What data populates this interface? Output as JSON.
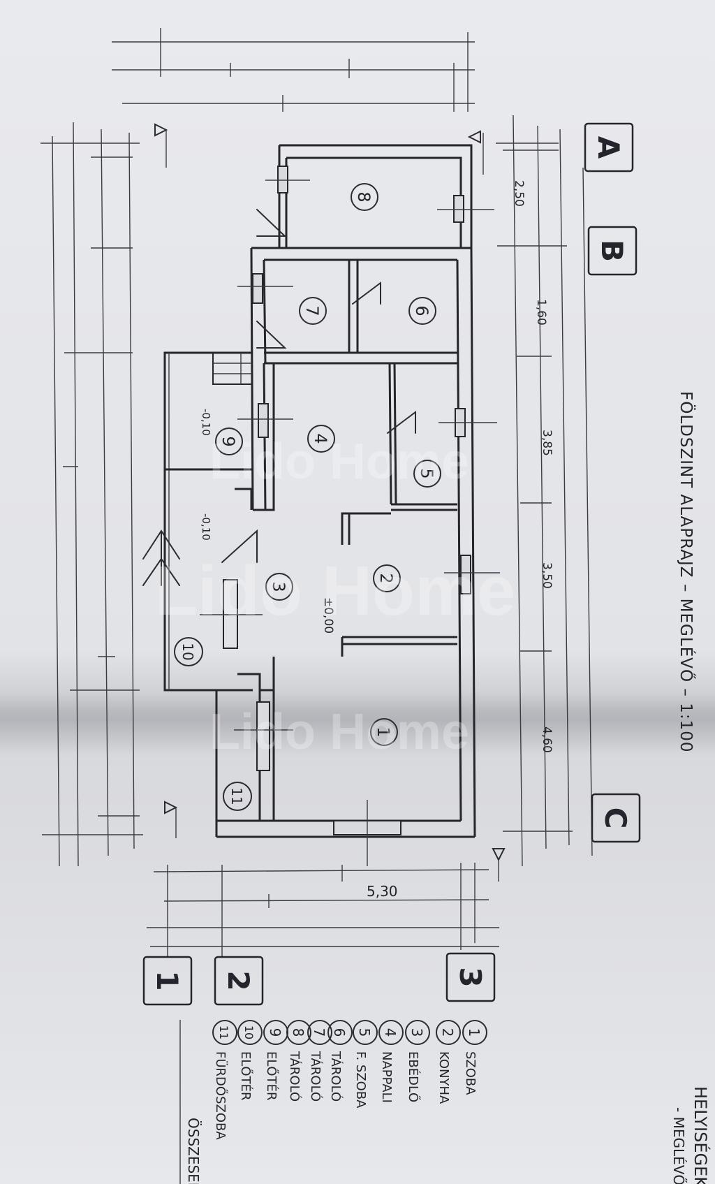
{
  "plan": {
    "title": "FÖLDSZINT ALAPRAJZ – MEGLÉVŐ – 1:100",
    "grid_letters": [
      "A",
      "B",
      "C"
    ],
    "grid_numbers": [
      "1",
      "2",
      "3"
    ],
    "rooms": [
      {
        "num": "1"
      },
      {
        "num": "2"
      },
      {
        "num": "3"
      },
      {
        "num": "4"
      },
      {
        "num": "5"
      },
      {
        "num": "6"
      },
      {
        "num": "7"
      },
      {
        "num": "8"
      },
      {
        "num": "9"
      },
      {
        "num": "10"
      },
      {
        "num": "11"
      }
    ],
    "dimensions": {
      "d_250": "2,50",
      "d_160": "1,60",
      "d_385": "3,85",
      "d_350": "3,50",
      "d_460": "4,60",
      "d_530": "5,30"
    },
    "levels": {
      "main": "±0,00",
      "porch_9": "-0,10",
      "porch_10": "-0,10"
    }
  },
  "legend": {
    "heading": "HELYISÉGEK",
    "subheading": "- MEGLÉVŐ",
    "items": [
      {
        "num": "1",
        "name": "SZOBA"
      },
      {
        "num": "2",
        "name": "KONYHA"
      },
      {
        "num": "3",
        "name": "EBÉDLŐ"
      },
      {
        "num": "4",
        "name": "NAPPALI"
      },
      {
        "num": "5",
        "name": "F. SZOBA"
      },
      {
        "num": "6",
        "name": "TÁROLÓ"
      },
      {
        "num": "7",
        "name": "TÁROLÓ"
      },
      {
        "num": "8",
        "name": "TÁROLÓ"
      },
      {
        "num": "9",
        "name": "ELŐTÉR"
      },
      {
        "num": "10",
        "name": "ELŐTÉR"
      },
      {
        "num": "11",
        "name": "FÜRDŐSZOBA"
      }
    ],
    "footer": "ÖSSZESEN"
  },
  "watermark": "Lido Home"
}
